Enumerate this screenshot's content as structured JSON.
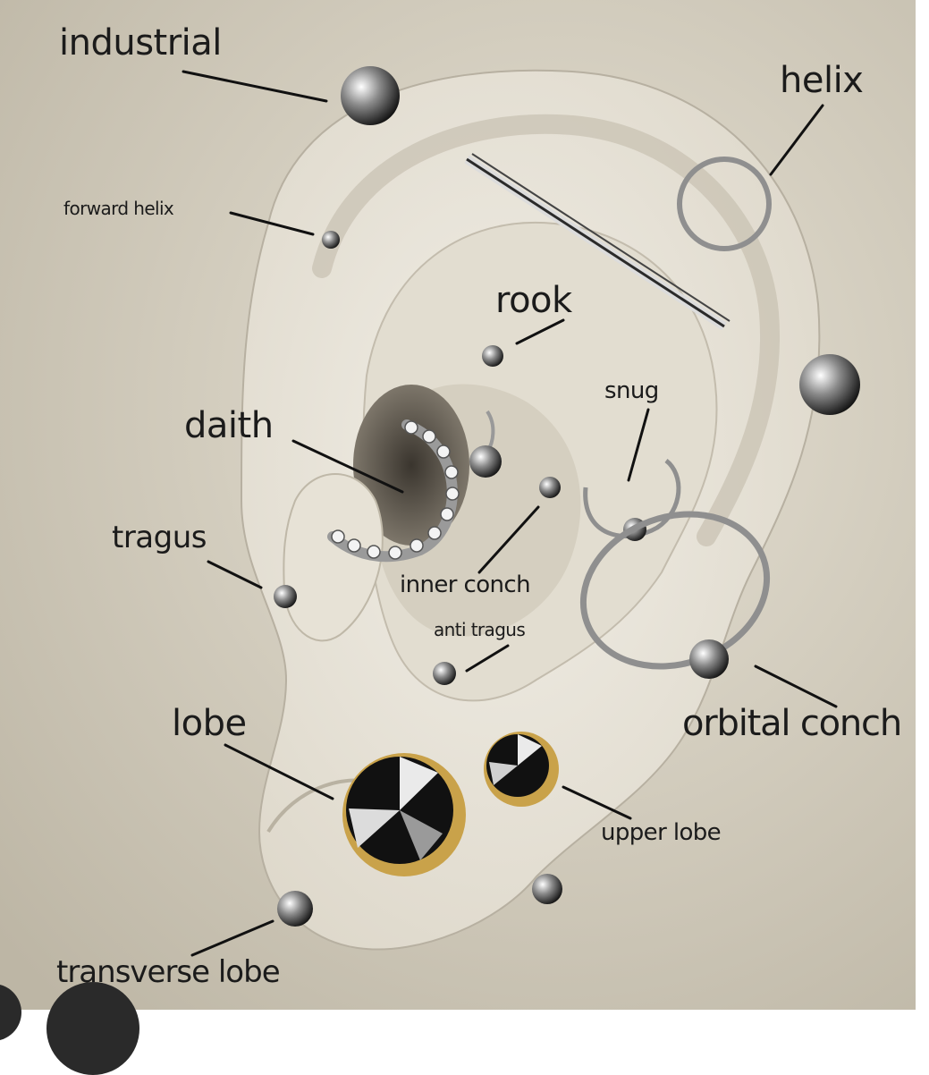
{
  "diagram": {
    "labels": {
      "industrial": "industrial",
      "helix": "helix",
      "forward_helix": "forward helix",
      "rook": "rook",
      "snug": "snug",
      "daith": "daith",
      "tragus": "tragus",
      "inner_conch": "inner conch",
      "anti_tragus": "anti tragus",
      "lobe": "lobe",
      "orbital_conch": "orbital conch",
      "upper_lobe": "upper lobe",
      "transverse_lobe": "transverse lobe"
    },
    "colors": {
      "background": "#c9c3b3",
      "skin": "#e9e5da",
      "label_text": "#1b1b1b",
      "leader_line": "#111111",
      "metal": "#a8a8a8",
      "gold": "#c9a24a"
    }
  }
}
